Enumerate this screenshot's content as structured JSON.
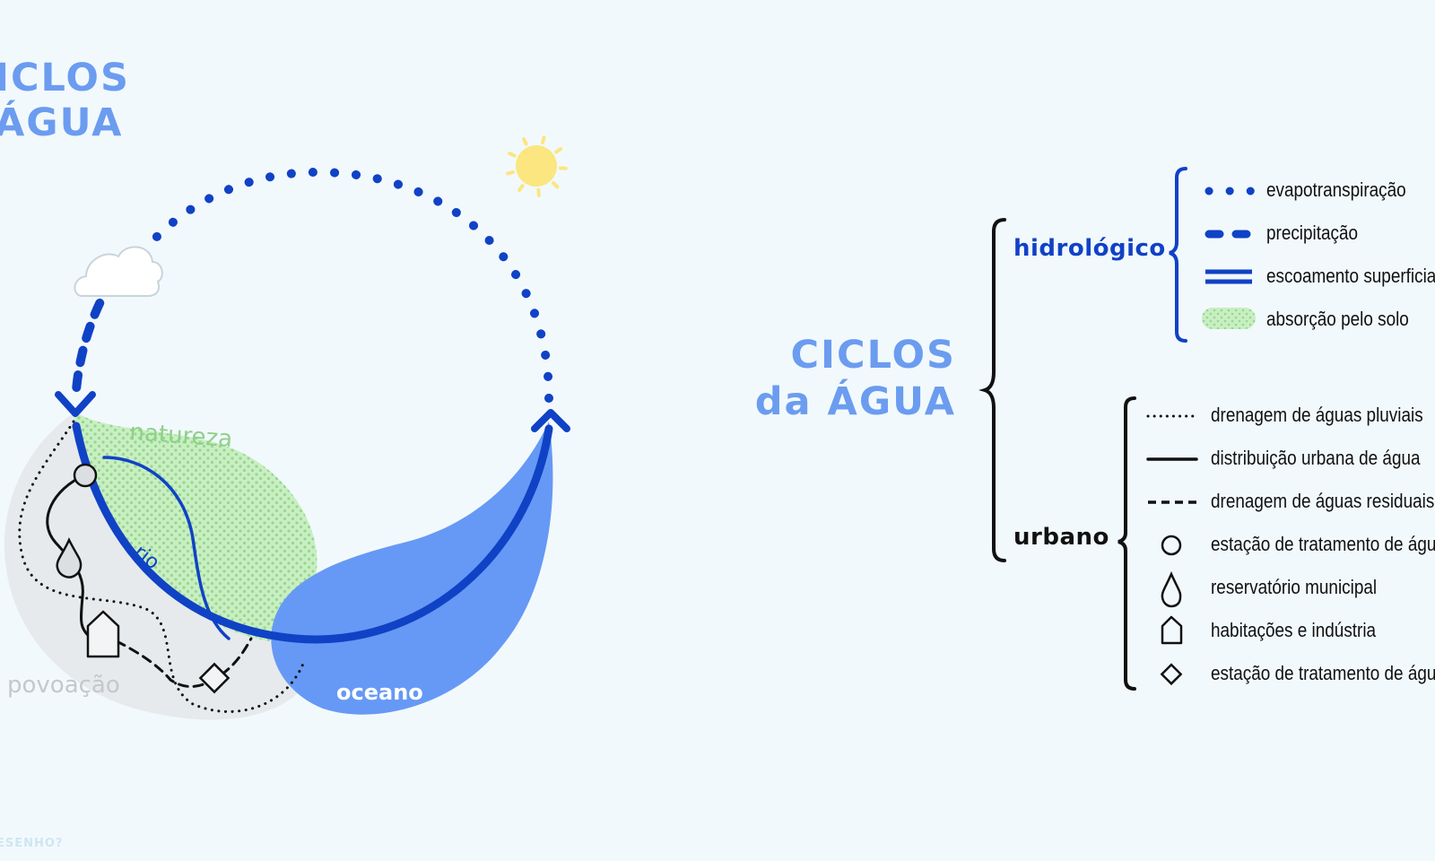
{
  "titles": {
    "cut_line1": "ICLOS",
    "cut_line2": "ÁGUA",
    "main_line1": "CICLOS",
    "main_line2": "da ÁGUA"
  },
  "diagram_labels": {
    "natureza": "natureza",
    "rio": "rio",
    "povoacao": "povoação",
    "oceano": "oceano"
  },
  "legend": {
    "hidrologico": {
      "label": "hidrológico",
      "items": [
        "evapotranspiração",
        "precipitação",
        "escoamento superficial",
        "absorção pelo solo"
      ]
    },
    "urbano": {
      "label": "urbano",
      "items": [
        "drenagem de águas pluviais",
        "distribuição urbana de água",
        "drenagem de águas residuais",
        "estação de tratamento de águ",
        "reservatório municipal",
        "habitações e indústria",
        "estação de tratamento de águ"
      ]
    }
  },
  "footer": "ESENHO?",
  "colors": {
    "background": "#f2f9fc",
    "title_blue": "#6b9cf0",
    "dark_blue": "#1042c6",
    "ocean_blue": "#6699f5",
    "nature_green": "#c8efc2",
    "nature_dot": "#98d690",
    "label_green": "#8fd089",
    "settlement_grey": "#e6eaec",
    "label_grey": "#c4c8ca",
    "sun_yellow": "#fbe680",
    "cloud_white": "#ffffff"
  },
  "icons": [
    "sun-icon",
    "cloud-icon",
    "treatment-station-circle-icon",
    "reservoir-drop-icon",
    "house-icon",
    "treatment-station-diamond-icon"
  ]
}
